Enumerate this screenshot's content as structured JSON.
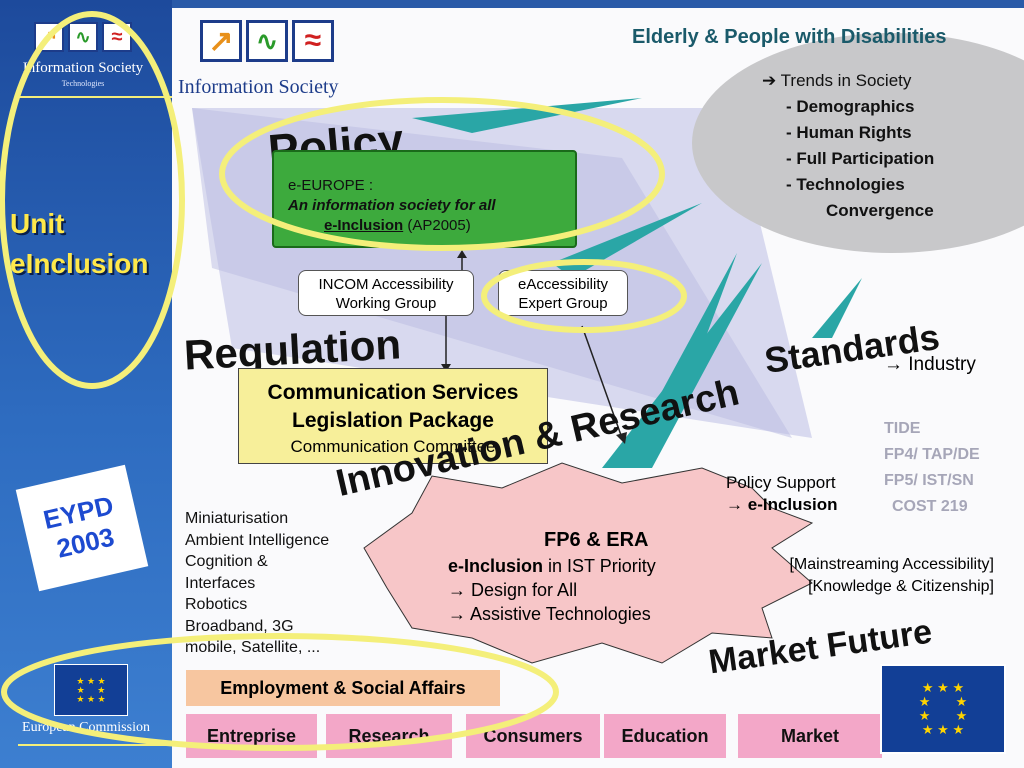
{
  "sidebar": {
    "logo_title": "Information Society",
    "logo_subtitle": "Technologies",
    "unit_line1": "Unit",
    "unit_line2": "eInclusion",
    "eypd_line1": "EYPD",
    "eypd_line2": "2003",
    "ec_label": "European Commission"
  },
  "header": {
    "logo_title": "Information Society",
    "title": "Elderly & People with Disabilities"
  },
  "trends": {
    "heading": "Trends in Society",
    "items": [
      "- Demographics",
      "- Human Rights",
      "- Full Participation",
      "- Technologies",
      "Convergence"
    ]
  },
  "policy": {
    "heading": "Policy",
    "line1": "e-EUROPE :",
    "line2": "An information society for all",
    "line3a": "e-Inclusion",
    "line3b": " (AP2005)"
  },
  "groups": {
    "incom_l1": "INCOM Accessibility",
    "incom_l2": "Working Group",
    "eacc_l1": "eAccessibility",
    "eacc_l2": "Expert Group"
  },
  "regulation": {
    "heading": "Regulation",
    "line1": "Communication Services",
    "line2": "Legislation Package",
    "line3": "Communication Committee"
  },
  "standards": {
    "heading": "Standards",
    "industry": "Industry",
    "list": [
      "TIDE",
      "FP4/ TAP/DE",
      "FP5/ IST/SN",
      "COST 219"
    ]
  },
  "research": {
    "heading": "Innovation & Research",
    "policy_support": "Policy Support",
    "policy_einclusion": "e-Inclusion",
    "left_list": [
      "Miniaturisation",
      "Ambient Intelligence",
      "Cognition &",
      "Interfaces",
      "Robotics",
      "Broadband, 3G",
      "mobile, Satellite, ..."
    ],
    "fp6_title": "FP6 & ERA",
    "fp6_line1a": "e-Inclusion",
    "fp6_line1b": " in IST Priority",
    "fp6_line2": "Design for All",
    "fp6_line3": "Assistive Technologies",
    "mainstream1": "[Mainstreaming Accessibility]",
    "mainstream2": "[Knowledge & Citizenship]"
  },
  "market": {
    "heading": "Market Future"
  },
  "bottom": {
    "employment": "Employment & Social Affairs",
    "boxes": [
      "Entreprise",
      "Research",
      "Consumers",
      "Education",
      "Market"
    ]
  },
  "colors": {
    "sidebar_blue": "#1d4a9c",
    "policy_green": "#3daa3d",
    "regulation_yellow": "#f7ef9a",
    "research_pink": "#f7c6c8",
    "highlight_ellipse": "#f4ef7a",
    "bottom_pink": "#f3a7c8",
    "employment_orange": "#f7c6a0",
    "beam_teal": "#2aa6a6"
  }
}
